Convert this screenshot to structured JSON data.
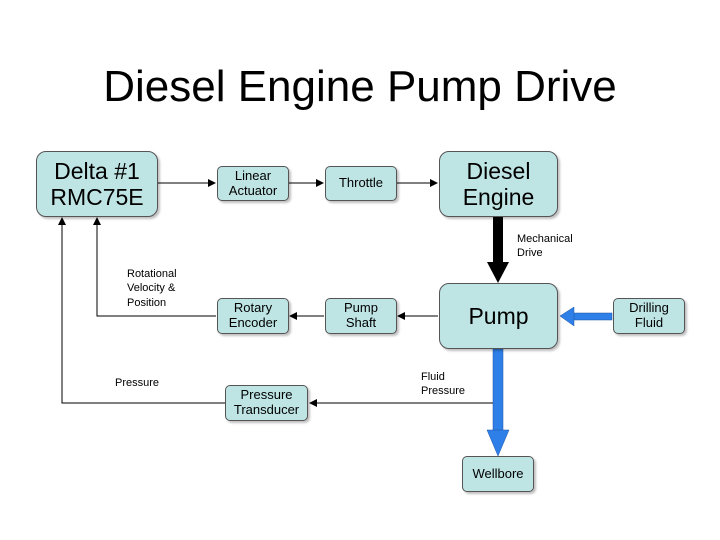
{
  "title": "Diesel Engine Pump Drive",
  "colors": {
    "box_fill": "#bfe4e4",
    "fluid_arrow": "#2f7fe8",
    "drive_arrow": "#000000"
  },
  "blocks": {
    "controller": "Delta #1\nRMC75E",
    "linear_actuator": "Linear\nActuator",
    "throttle": "Throttle",
    "diesel_engine": "Diesel\nEngine",
    "pump": "Pump",
    "drilling_fluid": "Drilling\nFluid",
    "pump_shaft": "Pump\nShaft",
    "rotary_encoder": "Rotary\nEncoder",
    "pressure_transducer": "Pressure\nTransducer",
    "wellbore": "Wellbore"
  },
  "labels": {
    "mechanical_drive": "Mechanical\nDrive",
    "rotational_feedback": "Rotational\nVelocity &\nPosition",
    "pressure": "Pressure",
    "fluid_pressure": "Fluid\nPressure"
  }
}
